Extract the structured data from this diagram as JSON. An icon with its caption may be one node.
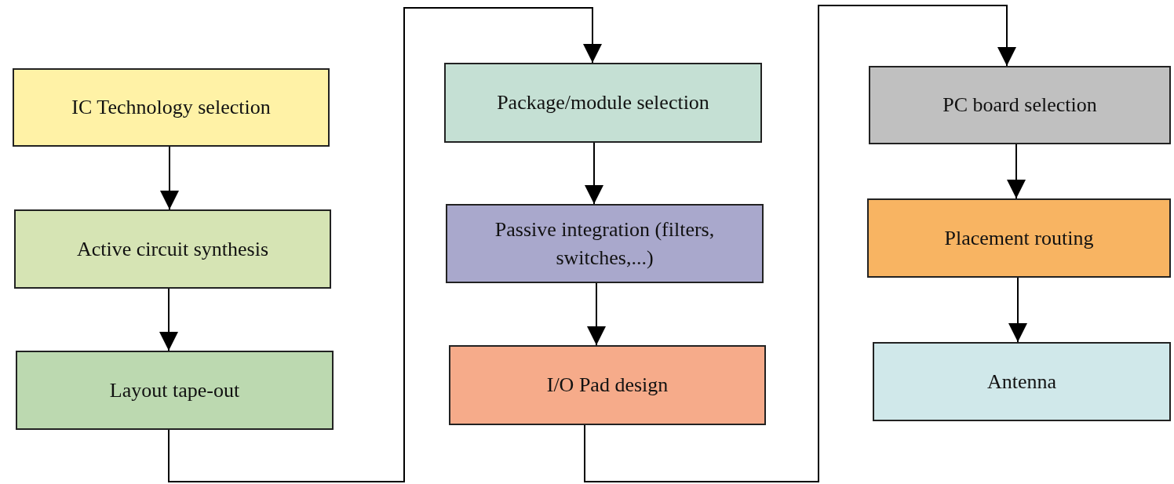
{
  "diagram": {
    "nodes": [
      {
        "text": [
          "IC Technology selection"
        ]
      },
      {
        "text": [
          "Active circuit synthesis"
        ]
      },
      {
        "text": [
          "Layout tape-out"
        ]
      },
      {
        "text": [
          "Package/module selection"
        ]
      },
      {
        "text": [
          "Passive integration (filters, switches,...)"
        ]
      },
      {
        "text": [
          "I/O Pad design"
        ]
      },
      {
        "text": [
          "PC board selection"
        ]
      },
      {
        "text": [
          "Placement routing"
        ]
      },
      {
        "text": [
          "Antenna"
        ]
      }
    ],
    "edges": [
      {
        "from": 0,
        "to": 1,
        "arrow": "to"
      },
      {
        "from": 1,
        "to": 2,
        "arrow": "to"
      },
      {
        "from": 2,
        "to": 3,
        "arrow": "to"
      },
      {
        "from": 3,
        "to": 4,
        "arrow": "to"
      },
      {
        "from": 4,
        "to": 5,
        "arrow": "to"
      },
      {
        "from": 5,
        "to": 6,
        "arrow": "to"
      },
      {
        "from": 6,
        "to": 7,
        "arrow": "to"
      },
      {
        "from": 7,
        "to": 8,
        "arrow": "to"
      }
    ]
  }
}
